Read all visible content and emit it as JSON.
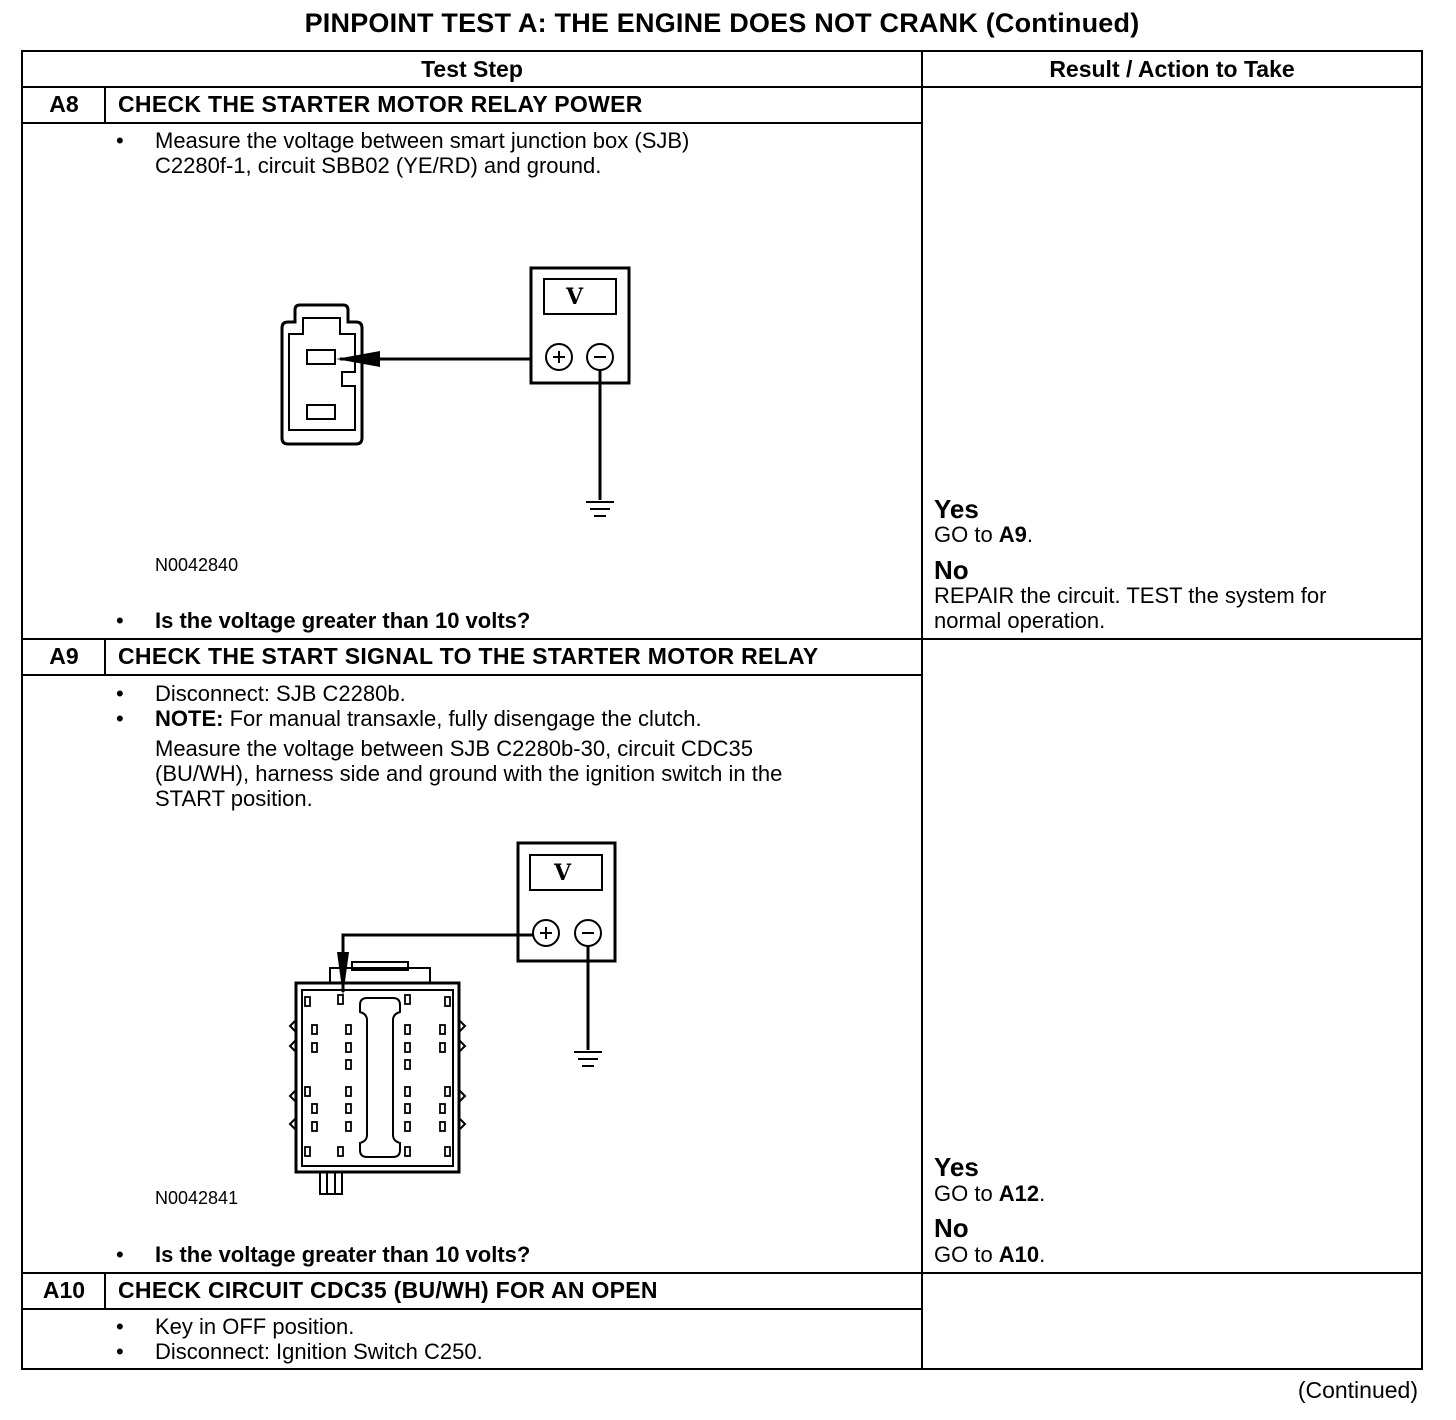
{
  "title": "PINPOINT TEST  A: THE ENGINE DOES NOT CRANK (Continued)",
  "columns": {
    "test_step": "Test Step",
    "result_action": "Result / Action to Take"
  },
  "steps": [
    {
      "id": "A8",
      "title": "CHECK THE STARTER MOTOR RELAY POWER",
      "bullet_1": "Measure the voltage between smart junction box (SJB)",
      "bullet_1_line2": "C2280f-1, circuit SBB02 (YE/RD) and ground.",
      "figure_id": "N0042840",
      "meter_symbol": "V",
      "question": "Is the voltage greater than 10 volts?",
      "yes_label": "Yes",
      "yes_action": "GO to ",
      "yes_target": "A9",
      "no_label": "No",
      "no_action_line1": "REPAIR the circuit. TEST the system for",
      "no_action_line2": "normal operation."
    },
    {
      "id": "A9",
      "title": "CHECK THE START SIGNAL TO THE STARTER MOTOR RELAY",
      "bullet_1": "Disconnect: SJB C2280b.",
      "note_label": "NOTE:",
      "note_text": " For manual transaxle, fully disengage the clutch.",
      "measure_line1": "Measure the voltage between SJB C2280b-30, circuit CDC35",
      "measure_line2": "(BU/WH), harness side and ground with the ignition switch in the",
      "measure_line3": "START position.",
      "figure_id": "N0042841",
      "meter_symbol": "V",
      "question": "Is the voltage greater than 10 volts?",
      "yes_label": "Yes",
      "yes_action": "GO to ",
      "yes_target": "A12",
      "no_label": "No",
      "no_action": "GO to ",
      "no_target": "A10"
    },
    {
      "id": "A10",
      "title": "CHECK CIRCUIT CDC35 (BU/WH) FOR AN OPEN",
      "bullet_1": "Key in OFF position.",
      "bullet_2": "Disconnect: Ignition Switch C250."
    }
  ],
  "icons": {
    "bullet": "bullet-dot",
    "ground": "ground-symbol-icon",
    "voltmeter": "voltmeter-icon",
    "connector": "connector-icon"
  },
  "footer": {
    "continued": "(Continued)"
  }
}
